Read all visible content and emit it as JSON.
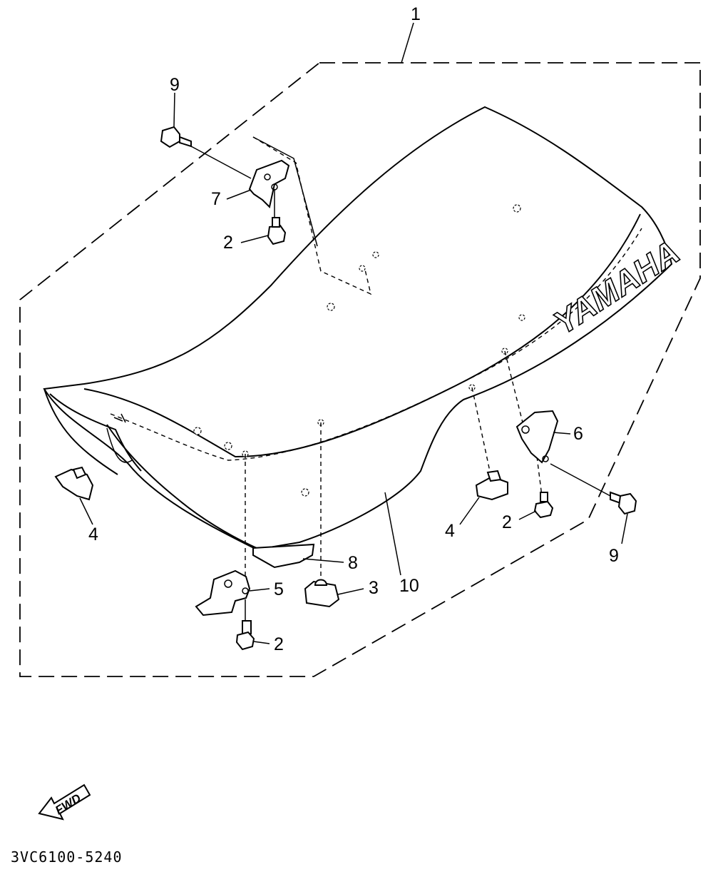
{
  "diagram": {
    "brand_text": "YAMAHA",
    "direction_label": "FWD",
    "drawing_code": "3VC6100-5240",
    "callouts": [
      {
        "id": "c1",
        "text": "1"
      },
      {
        "id": "c9a",
        "text": "9"
      },
      {
        "id": "c7",
        "text": "7"
      },
      {
        "id": "c2a",
        "text": "2"
      },
      {
        "id": "c4a",
        "text": "4"
      },
      {
        "id": "c6",
        "text": "6"
      },
      {
        "id": "c4b",
        "text": "4"
      },
      {
        "id": "c2b",
        "text": "2"
      },
      {
        "id": "c9b",
        "text": "9"
      },
      {
        "id": "c8",
        "text": "8"
      },
      {
        "id": "c10",
        "text": "10"
      },
      {
        "id": "c5",
        "text": "5"
      },
      {
        "id": "c3",
        "text": "3"
      },
      {
        "id": "c2c",
        "text": "2"
      }
    ]
  }
}
